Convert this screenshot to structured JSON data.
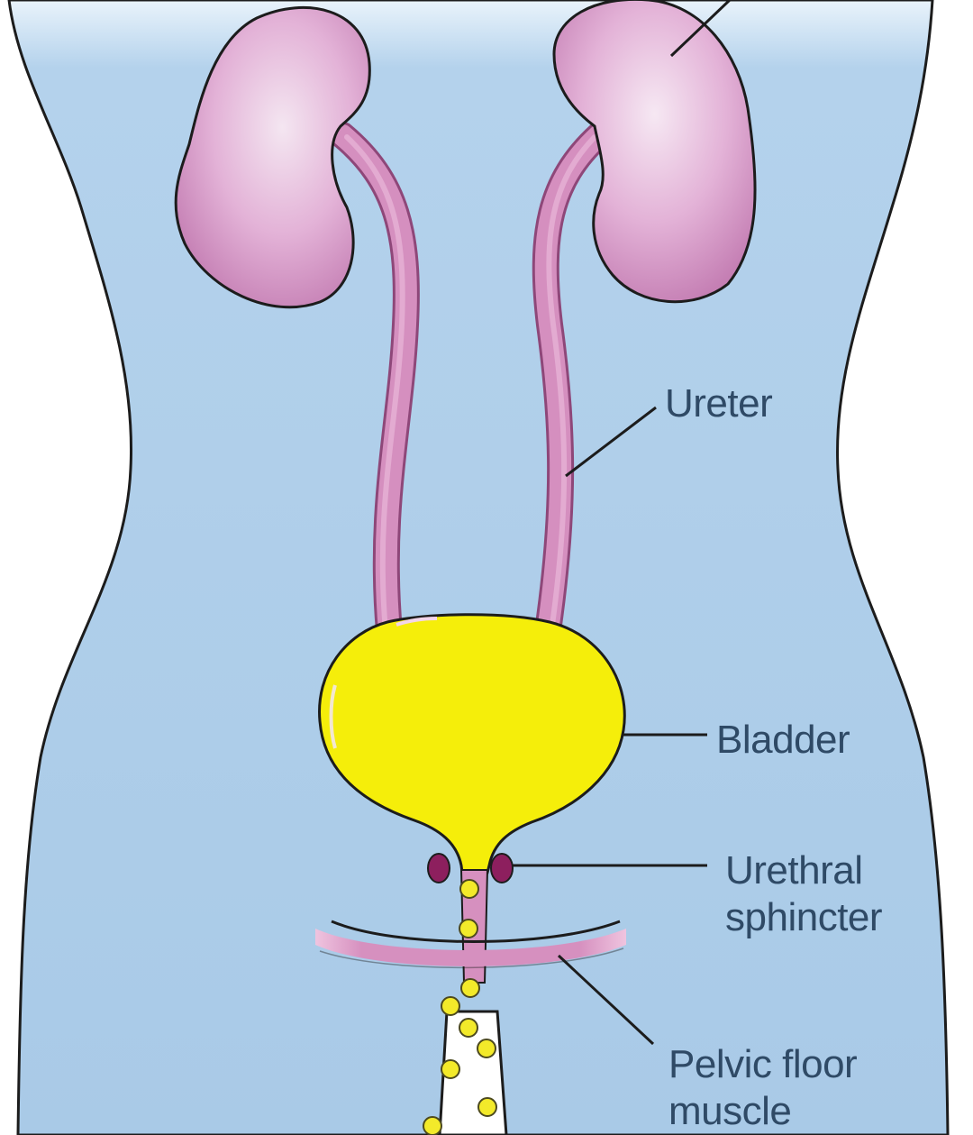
{
  "labels": {
    "ureter": "Ureter",
    "bladder": "Bladder",
    "urethral_sphincter": [
      "Urethral",
      "sphincter"
    ],
    "pelvic_floor_muscle": [
      "Pelvic floor",
      "muscle"
    ]
  },
  "colors": {
    "background": "#aecde8",
    "body_outline": "#1c1c1c",
    "kidney": "#d99ccb",
    "ureter": "#c97ab0",
    "bladder": "#f5ee0a",
    "sphincter": "#8d1f5e",
    "pelvic_muscle": "#d690bf",
    "urine_drop": "#f3ea2a",
    "label_text": "#2f4a66"
  }
}
